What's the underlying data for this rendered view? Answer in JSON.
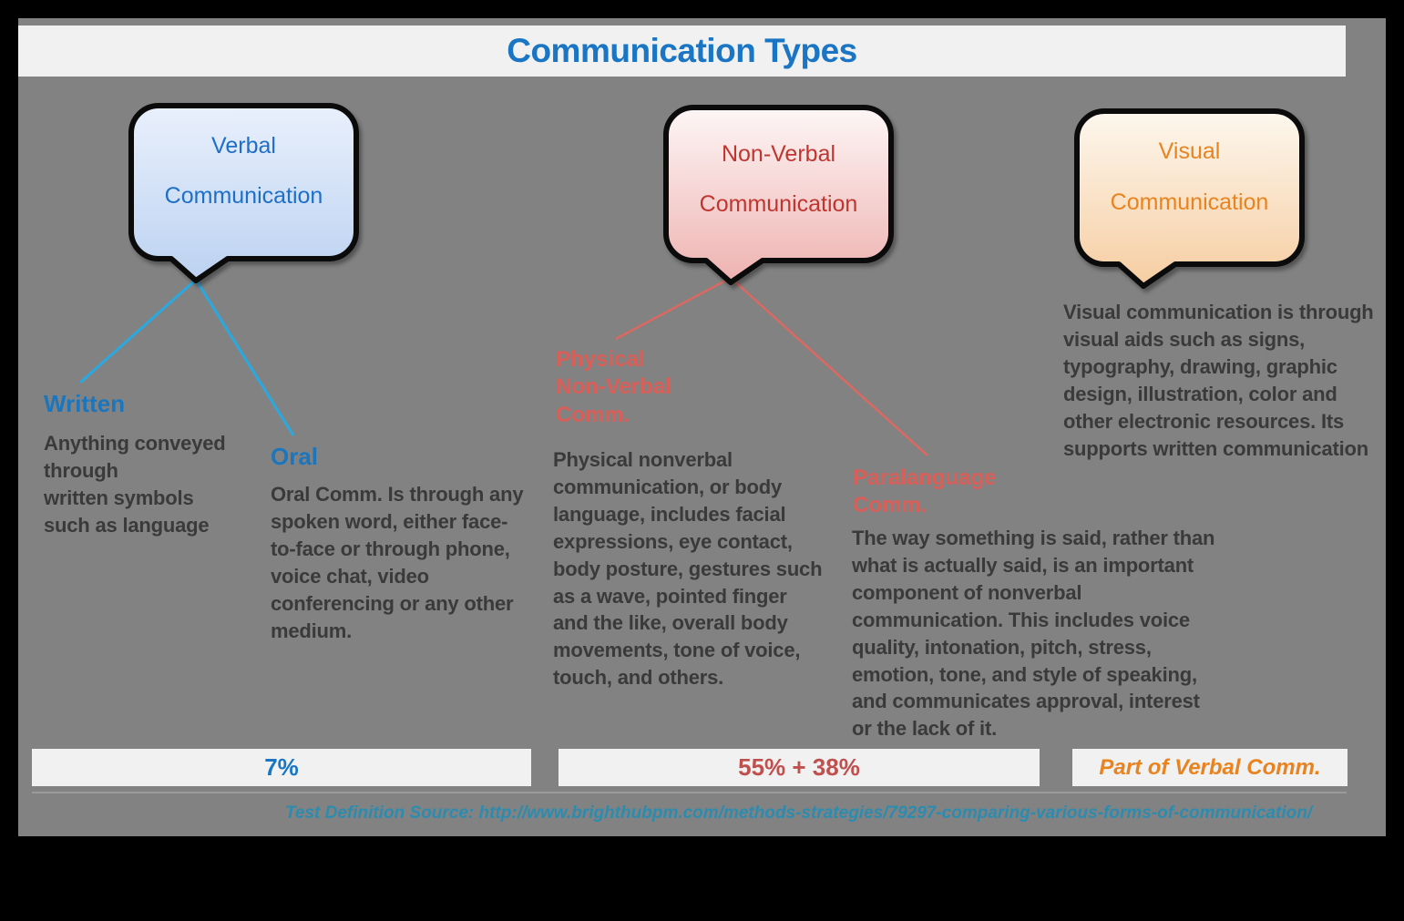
{
  "title": "Communication Types",
  "bubbles": {
    "verbal": {
      "line1": "Verbal",
      "line2": "Communication"
    },
    "nonverbal": {
      "line1": "Non-Verbal",
      "line2": "Communication"
    },
    "visual": {
      "line1": "Visual",
      "line2": "Communication"
    }
  },
  "branches": {
    "written": {
      "heading": "Written",
      "body": "Anything conveyed\nthrough\nwritten symbols\nsuch as language"
    },
    "oral": {
      "heading": "Oral",
      "body": "Oral Comm. Is through any spoken word, either face-to-face or through phone, voice chat, video conferencing or any other medium."
    },
    "physical": {
      "heading": "Physical\nNon-Verbal\nComm.",
      "body": "Physical nonverbal communication, or body language, includes facial expressions, eye contact, body posture, gestures such as a wave, pointed finger and the like, overall body movements, tone of voice, touch, and others."
    },
    "paralanguage": {
      "heading": "Paralanguage\nComm.",
      "body": "The way something is said, rather than what is actually said, is an important component of nonverbal communication. This includes voice quality, intonation, pitch, stress, emotion, tone, and style of speaking, and communicates approval, interest or the lack of it."
    },
    "visual_desc": {
      "body": "Visual communication is through visual aids such as signs, typography, drawing, graphic design, illustration, color and other electronic resources. Its supports written communication"
    }
  },
  "footer": {
    "verbal_stat": "7%",
    "nonverbal_stat": "55% + 38%",
    "visual_stat": "Part of Verbal Comm.",
    "source": "Test Definition Source: http://www.brighthubpm.com/methods-strategies/79297-comparing-various-forms-of-communication/"
  },
  "colors": {
    "bg_gray": "#828282",
    "panel_white": "#f1f1f1",
    "title_blue": "#1a76c4",
    "heading_blue": "#1b76be",
    "bubble_label_blue": "#1d6fc8",
    "bubble_label_red": "#c13530",
    "bubble_label_orange": "#e8831f",
    "salmon_red": "#da5f58",
    "body_gray": "#3a3a3a",
    "line_blue": "#29a9e1",
    "line_red": "#dc6862",
    "stat_red": "#c0504d",
    "source_teal": "#2b8cb0"
  }
}
